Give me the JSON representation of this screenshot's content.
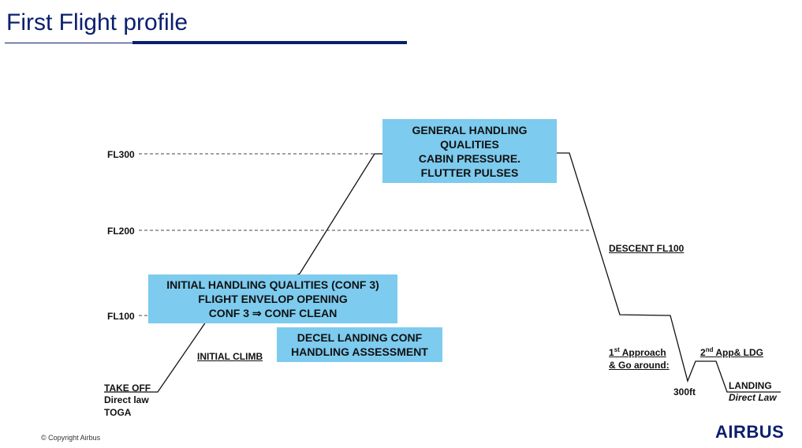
{
  "header": {
    "title": "First Flight profile"
  },
  "levels": {
    "fl300": "FL300",
    "fl200": "FL200",
    "fl100": "FL100"
  },
  "boxes": {
    "general": [
      "GENERAL HANDLING",
      "QUALITIES",
      "CABIN PRESSURE.",
      "FLUTTER PULSES"
    ],
    "initial": [
      "INITIAL HANDLING QUALITIES (CONF 3)",
      "FLIGHT ENVELOP OPENING",
      "CONF 3 ⇒ CONF CLEAN"
    ],
    "decel": [
      "DECEL LANDING CONF",
      "HANDLING ASSESSMENT"
    ]
  },
  "labels": {
    "takeoff": [
      "TAKE OFF",
      "Direct law",
      "TOGA"
    ],
    "initial_climb": "INITIAL CLIMB",
    "descent": "DESCENT FL100",
    "first_approach_num": "1",
    "first_approach_sup": "st",
    "first_approach_text": " Approach",
    "go_around": "& Go around:",
    "second_num": "2",
    "second_sup": "nd",
    "second_text": " App& LDG",
    "alt_300": "300ft",
    "landing": "LANDING",
    "landing_law": "Direct Law"
  },
  "footer": {
    "copyright": "© Copyright Airbus",
    "logo": "AIRBUS"
  },
  "colors": {
    "box": "#7dcbee",
    "brand": "#0b1f6e"
  }
}
